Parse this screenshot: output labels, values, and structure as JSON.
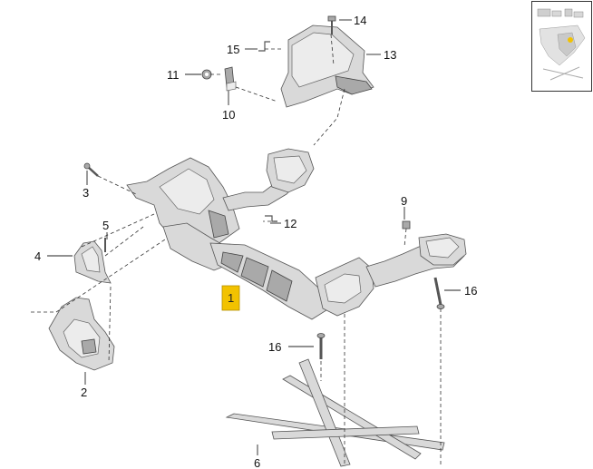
{
  "callouts": {
    "c1": "1",
    "c2": "2",
    "c3": "3",
    "c4": "4",
    "c5": "5",
    "c6": "6",
    "c9": "9",
    "c10": "10",
    "c11": "11",
    "c12": "12",
    "c13": "13",
    "c14": "14",
    "c15": "15",
    "c16a": "16",
    "c16b": "16"
  },
  "colors": {
    "highlight": "#f2c200",
    "part_fill": "#d9d9d9",
    "outline": "#555555"
  }
}
